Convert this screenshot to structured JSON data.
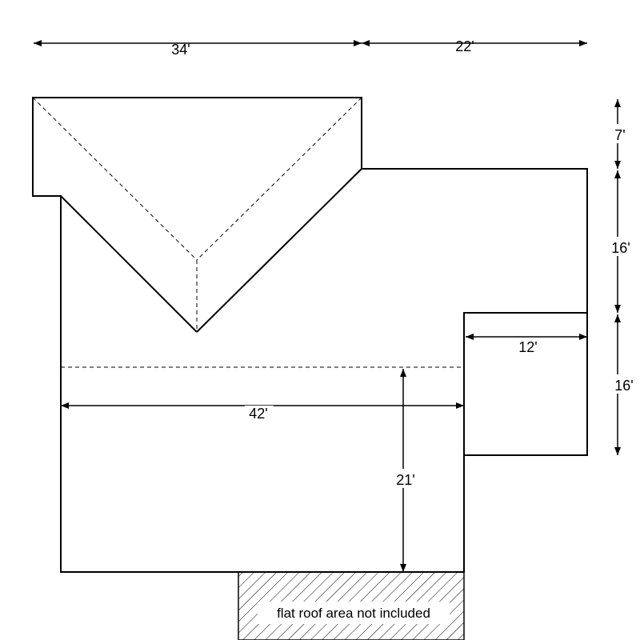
{
  "dimensions": {
    "top_left": "34'",
    "top_right": "22'",
    "right_top": "7'",
    "right_middle": "16'",
    "right_bottom": "16'",
    "inner_right": "12'",
    "inner_width": "42'",
    "inner_height": "21'"
  },
  "note": "flat roof area not included"
}
